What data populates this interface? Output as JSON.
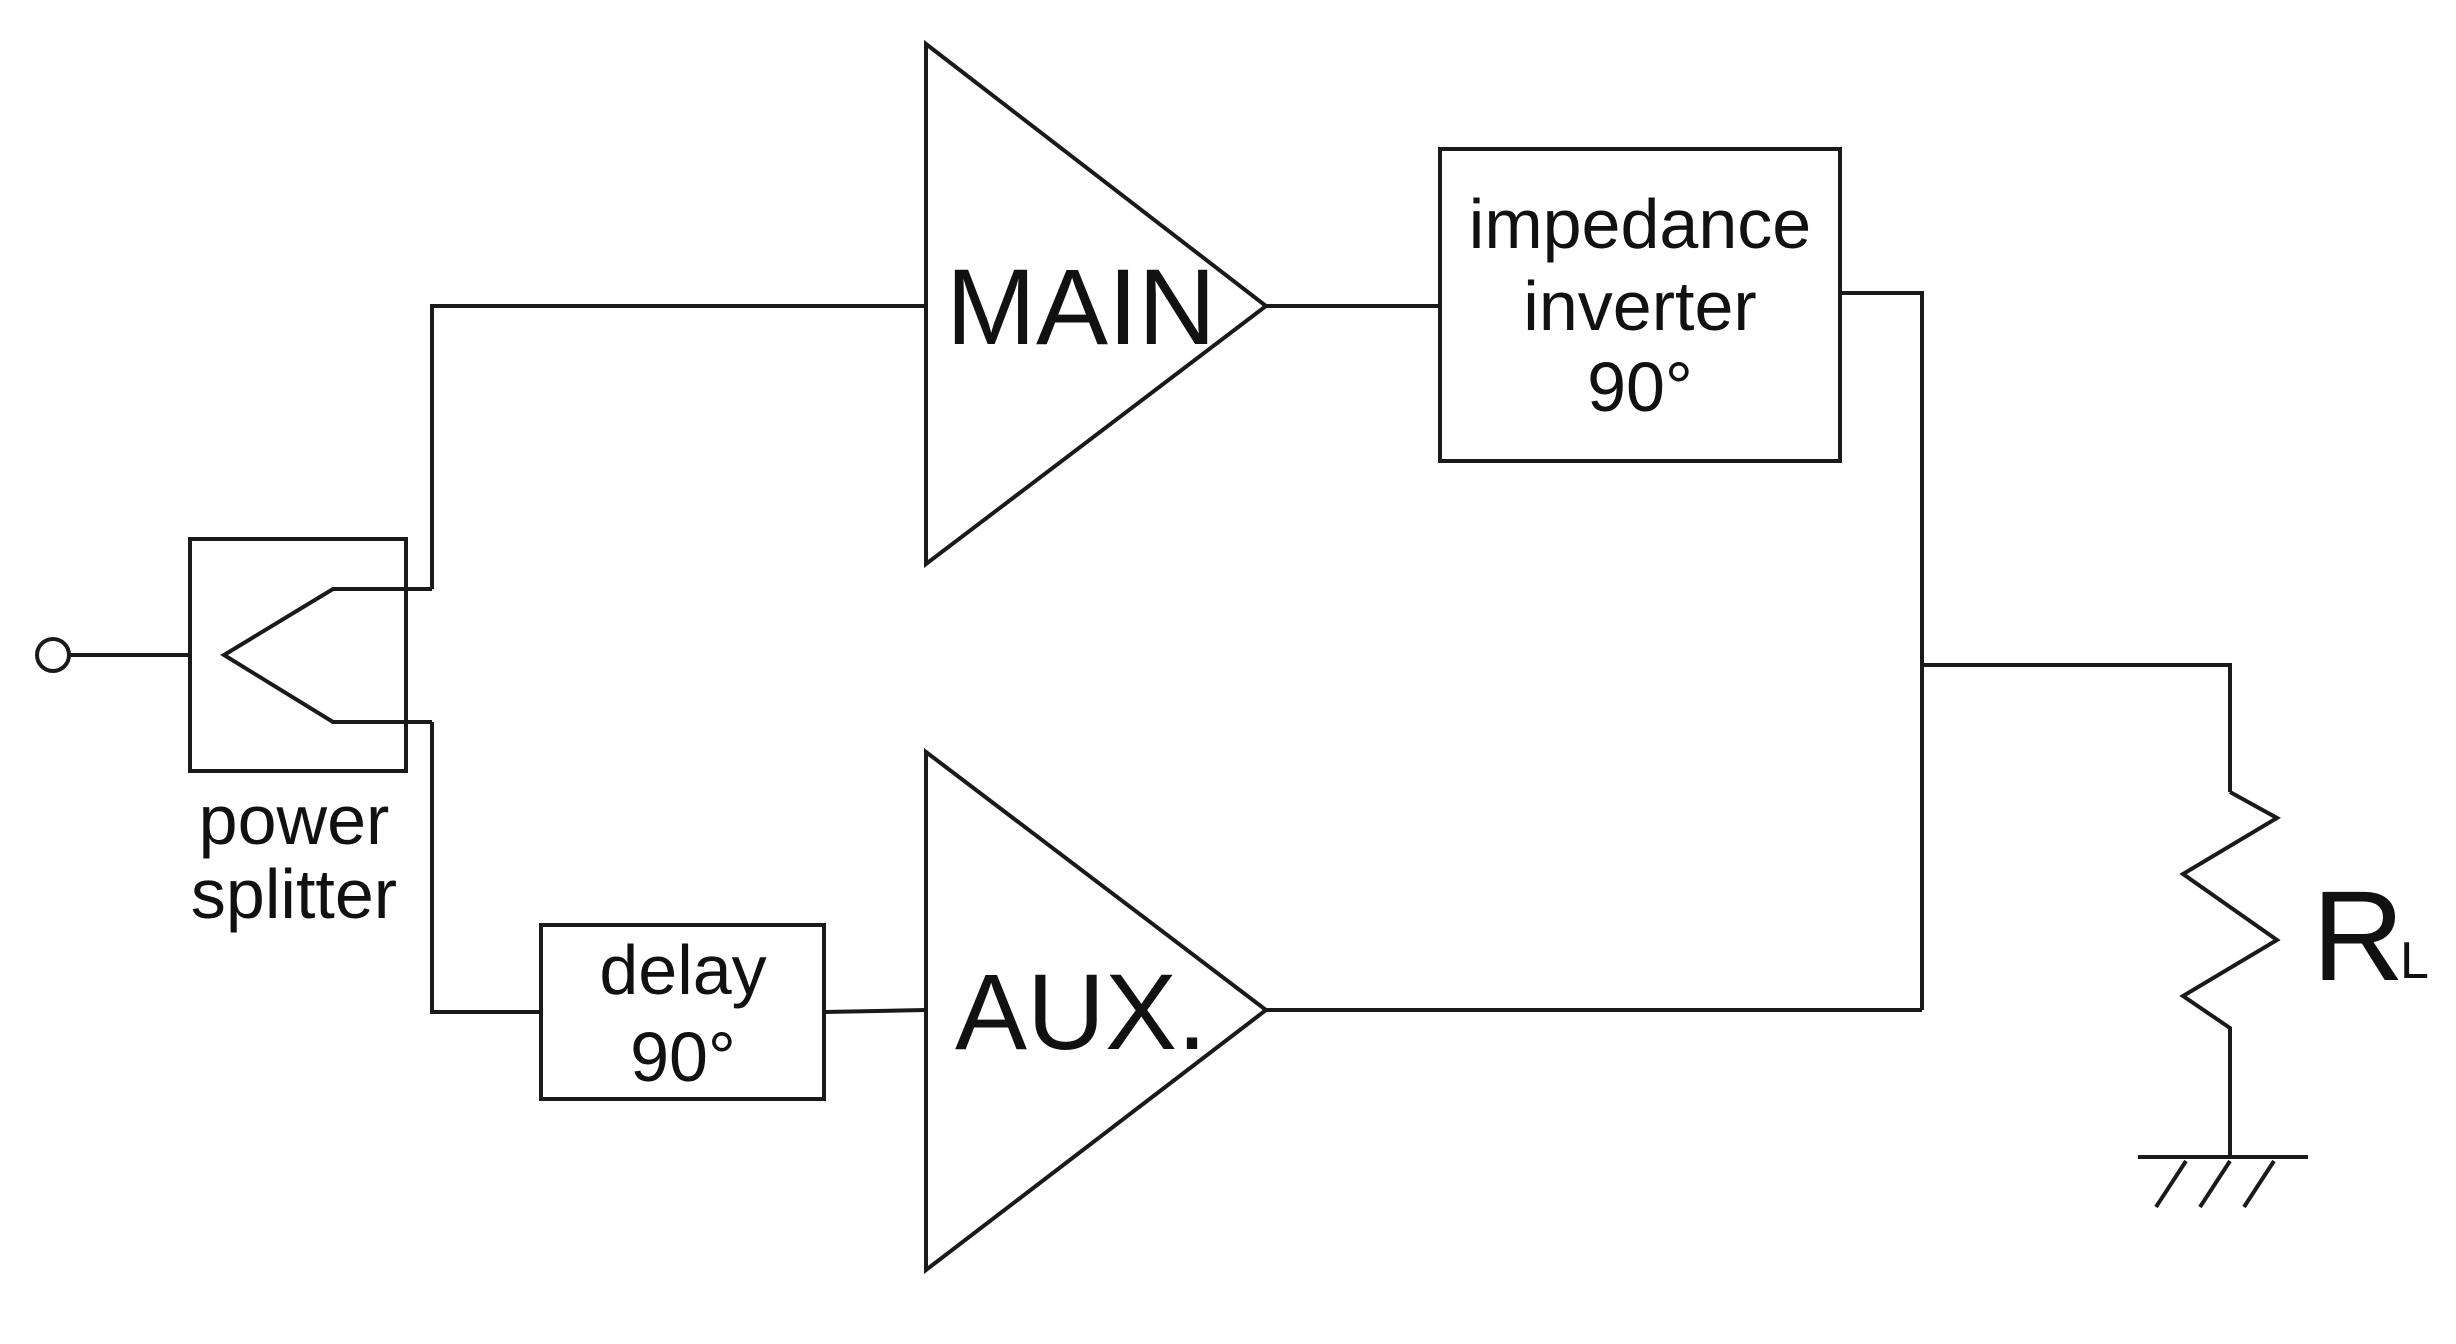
{
  "diagram": {
    "input_terminal": "",
    "power_splitter": {
      "line1": "power",
      "line2": "splitter"
    },
    "main_amp": {
      "label": "MAIN"
    },
    "aux_amp": {
      "label": "AUX."
    },
    "impedance_inverter": {
      "line1": "impedance",
      "line2": "inverter",
      "line3": "90°"
    },
    "delay": {
      "line1": "delay",
      "line2": "90°"
    },
    "load": {
      "symbol": "R",
      "subscript": "L"
    }
  },
  "colors": {
    "stroke": "#1a1a1a",
    "background": "#ffffff"
  }
}
